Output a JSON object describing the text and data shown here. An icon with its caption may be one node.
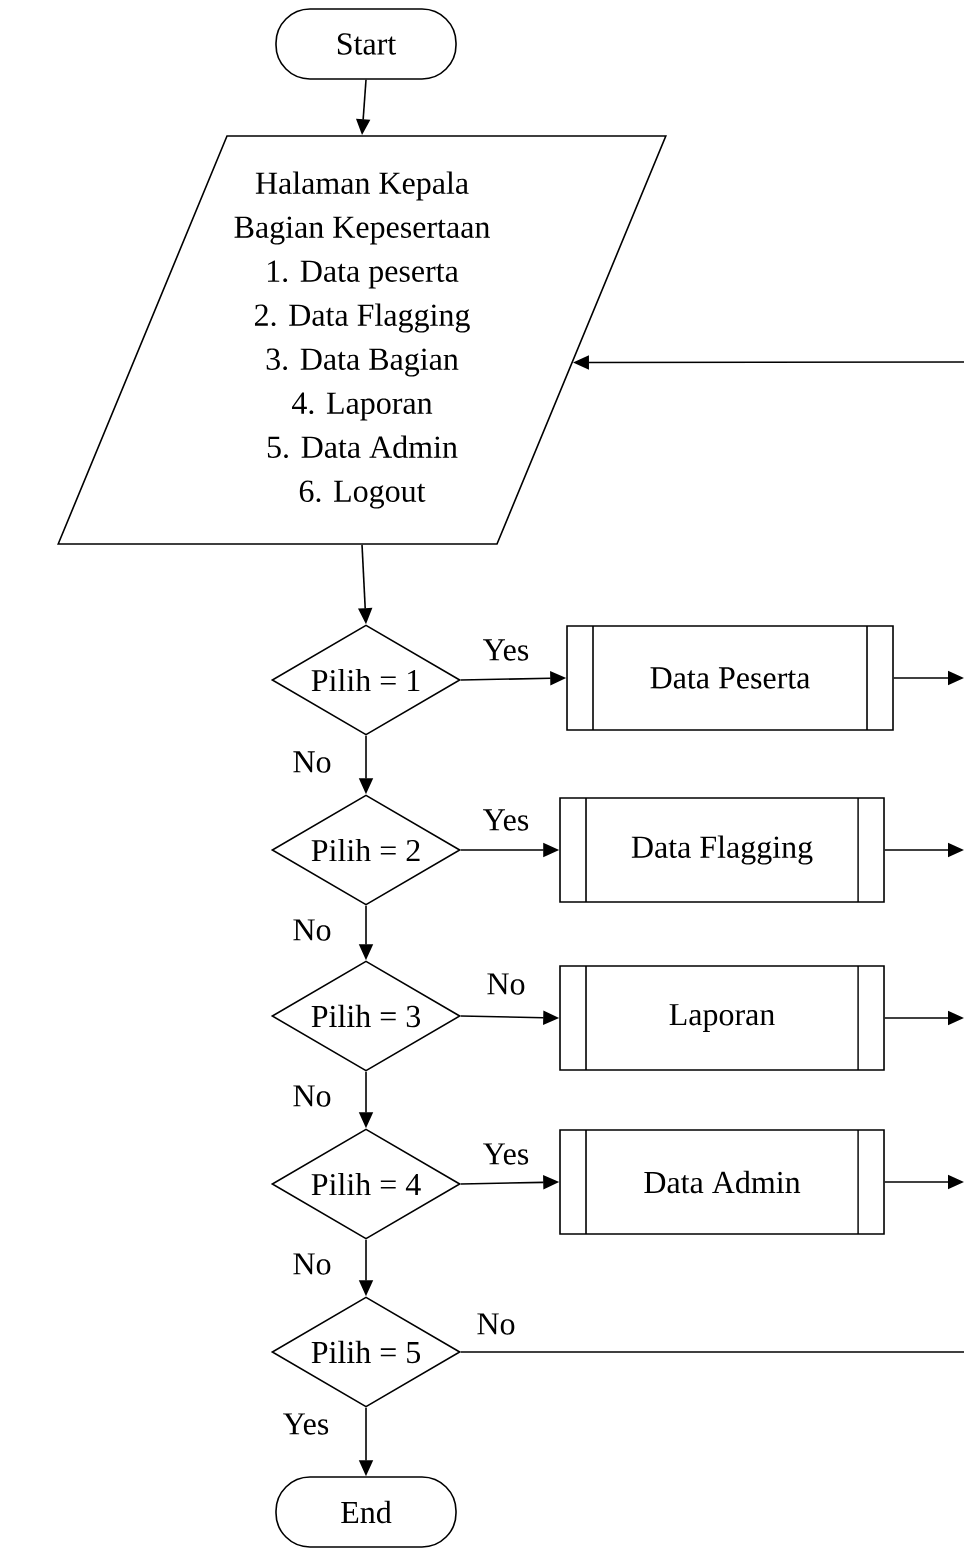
{
  "diagram": {
    "nodes": [
      {
        "text": [
          "Start"
        ]
      },
      {
        "text": [
          "Halaman Kepala Bagian Kepesertaan",
          "1. Data peserta",
          "2. Data Flagging",
          "3. Data Bagian",
          "4. Laporan",
          "5. Data Admin",
          "6. Logout"
        ]
      },
      {
        "text": [
          "Pilih = 1"
        ]
      },
      {
        "text": [
          "Data Peserta"
        ]
      },
      {
        "text": [
          "Pilih = 2"
        ]
      },
      {
        "text": [
          "Data Flagging"
        ]
      },
      {
        "text": [
          "Pilih = 3"
        ]
      },
      {
        "text": [
          "Laporan"
        ]
      },
      {
        "text": [
          "Pilih = 4"
        ]
      },
      {
        "text": [
          "Data Admin"
        ]
      },
      {
        "text": [
          "Pilih = 5"
        ]
      },
      {
        "text": [
          "End"
        ]
      }
    ],
    "edges": [
      {
        "from": 0,
        "to": 1,
        "arrow": "to"
      },
      {
        "from": 1,
        "to": 2,
        "arrow": "to"
      },
      {
        "from": 2,
        "to": 3,
        "arrow": "to",
        "label": "Yes"
      },
      {
        "from": 2,
        "to": 4,
        "arrow": "to",
        "label": "No"
      },
      {
        "from": 4,
        "to": 5,
        "arrow": "to",
        "label": "Yes"
      },
      {
        "from": 4,
        "to": 6,
        "arrow": "to",
        "label": "No"
      },
      {
        "from": 6,
        "to": 7,
        "arrow": "to",
        "label": "No"
      },
      {
        "from": 6,
        "to": 8,
        "arrow": "to",
        "label": "No"
      },
      {
        "from": 8,
        "to": 9,
        "arrow": "to",
        "label": "Yes"
      },
      {
        "from": 8,
        "to": 10,
        "arrow": "to",
        "label": "No"
      },
      {
        "from": 10,
        "to": 11,
        "arrow": "to",
        "label": "Yes"
      },
      {
        "from": 3,
        "to": null,
        "arrow": "to"
      },
      {
        "from": 5,
        "to": null,
        "arrow": "to"
      },
      {
        "from": 7,
        "to": null,
        "arrow": "to"
      },
      {
        "from": 9,
        "to": null,
        "arrow": "to"
      },
      {
        "from": 10,
        "to": null,
        "arrow": "none",
        "label": "No"
      },
      {
        "from": null,
        "to": 1,
        "arrow": "to"
      }
    ]
  }
}
